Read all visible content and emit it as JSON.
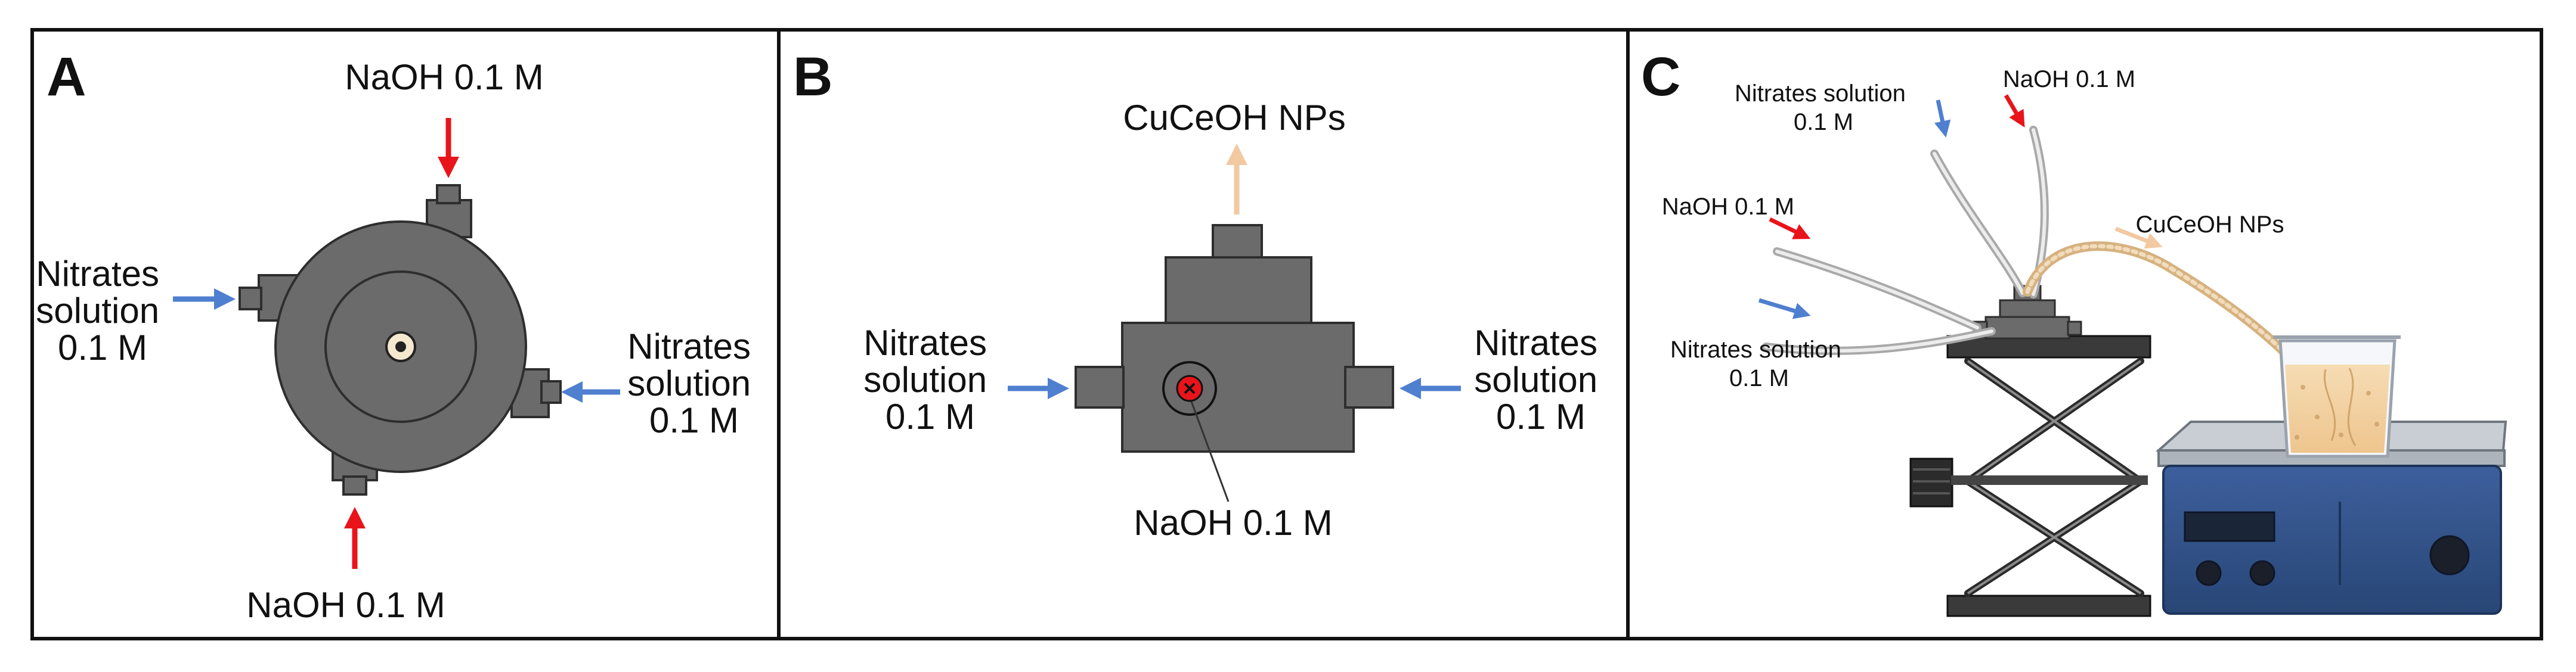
{
  "colors": {
    "device": "#6b6b6b",
    "device_stroke": "#2e2e2e",
    "naoh_arrow": "#e8141a",
    "nitrates_arrow": "#4f7fcf",
    "product_arrow": "#f2c9a0",
    "frame": "#111111"
  },
  "panel_a": {
    "letter": "A",
    "naoh_top": "NaOH 0.1 M",
    "naoh_bottom": "NaOH 0.1 M",
    "nitrates_left": [
      "Nitrates",
      "solution",
      "0.1 M"
    ],
    "nitrates_right": [
      "Nitrates",
      "solution",
      "0.1 M"
    ]
  },
  "panel_b": {
    "letter": "B",
    "product": "CuCeOH NPs",
    "nitrates_left": [
      "Nitrates",
      "solution",
      "0.1 M"
    ],
    "nitrates_right": [
      "Nitrates",
      "solution",
      "0.1 M"
    ],
    "naoh": "NaOH 0.1 M"
  },
  "panel_c": {
    "letter": "C",
    "nitrates_top": [
      "Nitrates solution",
      "0.1 M"
    ],
    "naoh_top": "NaOH 0.1 M",
    "naoh_left": "NaOH 0.1 M",
    "product": "CuCeOH NPs",
    "nitrates_bottom": [
      "Nitrates solution",
      "0.1 M"
    ]
  }
}
